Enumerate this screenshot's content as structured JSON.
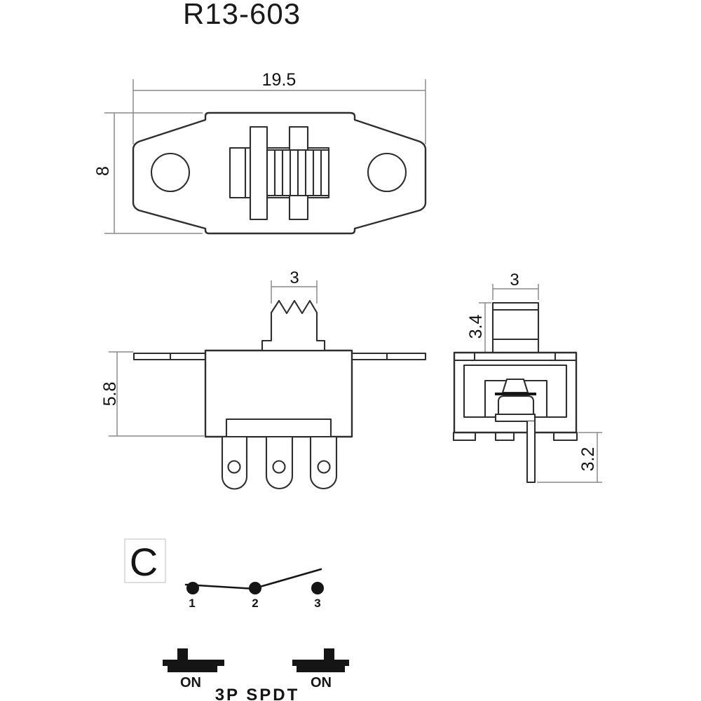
{
  "title": "R13-603",
  "colors": {
    "background": "#ffffff",
    "line": "#2e2e2e",
    "dimension_line": "#8a8a8a",
    "text": "#111111",
    "icon_fill": "#151515"
  },
  "views": {
    "top": {
      "width_mm": "19.5",
      "depth_mm": "8"
    },
    "front": {
      "actuator_width_mm": "3",
      "body_height_mm": "5.8"
    },
    "side": {
      "actuator_width_mm": "3",
      "actuator_height_mm": "3.4",
      "terminal_length_mm": "3.2"
    }
  },
  "schematic": {
    "common_label": "C",
    "terminals": [
      "1",
      "2",
      "3"
    ]
  },
  "footer": {
    "position_labels": [
      "ON",
      "ON"
    ],
    "type_label": "3P SPDT"
  }
}
